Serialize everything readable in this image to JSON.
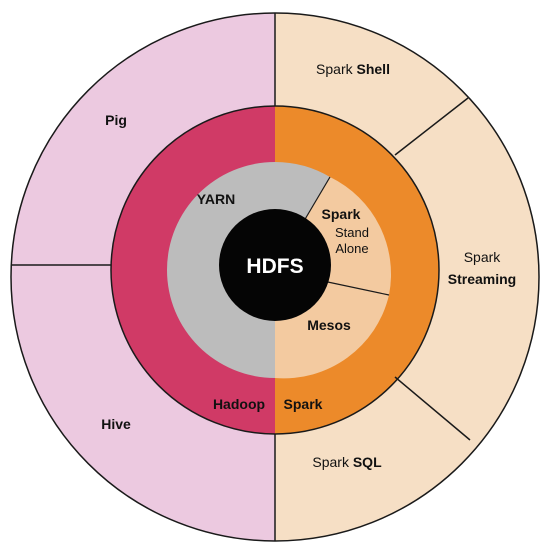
{
  "diagram": {
    "center": {
      "label": "HDFS",
      "color": "#050505"
    },
    "outer_ring": {
      "left": [
        {
          "label": "Pig",
          "color": "#ecc9e0"
        },
        {
          "label": "Hive",
          "color": "#ecc9e0"
        }
      ],
      "right": [
        {
          "prefix": "Spark",
          "name": "Shell",
          "color": "#f6dfc5"
        },
        {
          "prefix": "Spark",
          "name": "Streaming",
          "color": "#f6dfc5"
        },
        {
          "prefix": "Spark",
          "name": "SQL",
          "color": "#f6dfc5"
        }
      ]
    },
    "middle_ring": {
      "left": {
        "label": "Hadoop",
        "color": "#d03a66"
      },
      "right": {
        "label": "Spark",
        "color": "#ec8a2a"
      }
    },
    "inner_ring": {
      "yarn": {
        "label": "YARN",
        "color": "#bcbcbc"
      },
      "standalone": {
        "title": "Spark",
        "line1": "Stand",
        "line2": "Alone",
        "color": "#f3caa0"
      },
      "mesos": {
        "label": "Mesos",
        "color": "#f3caa0"
      }
    },
    "stroke_color": "#1a1a1a"
  }
}
